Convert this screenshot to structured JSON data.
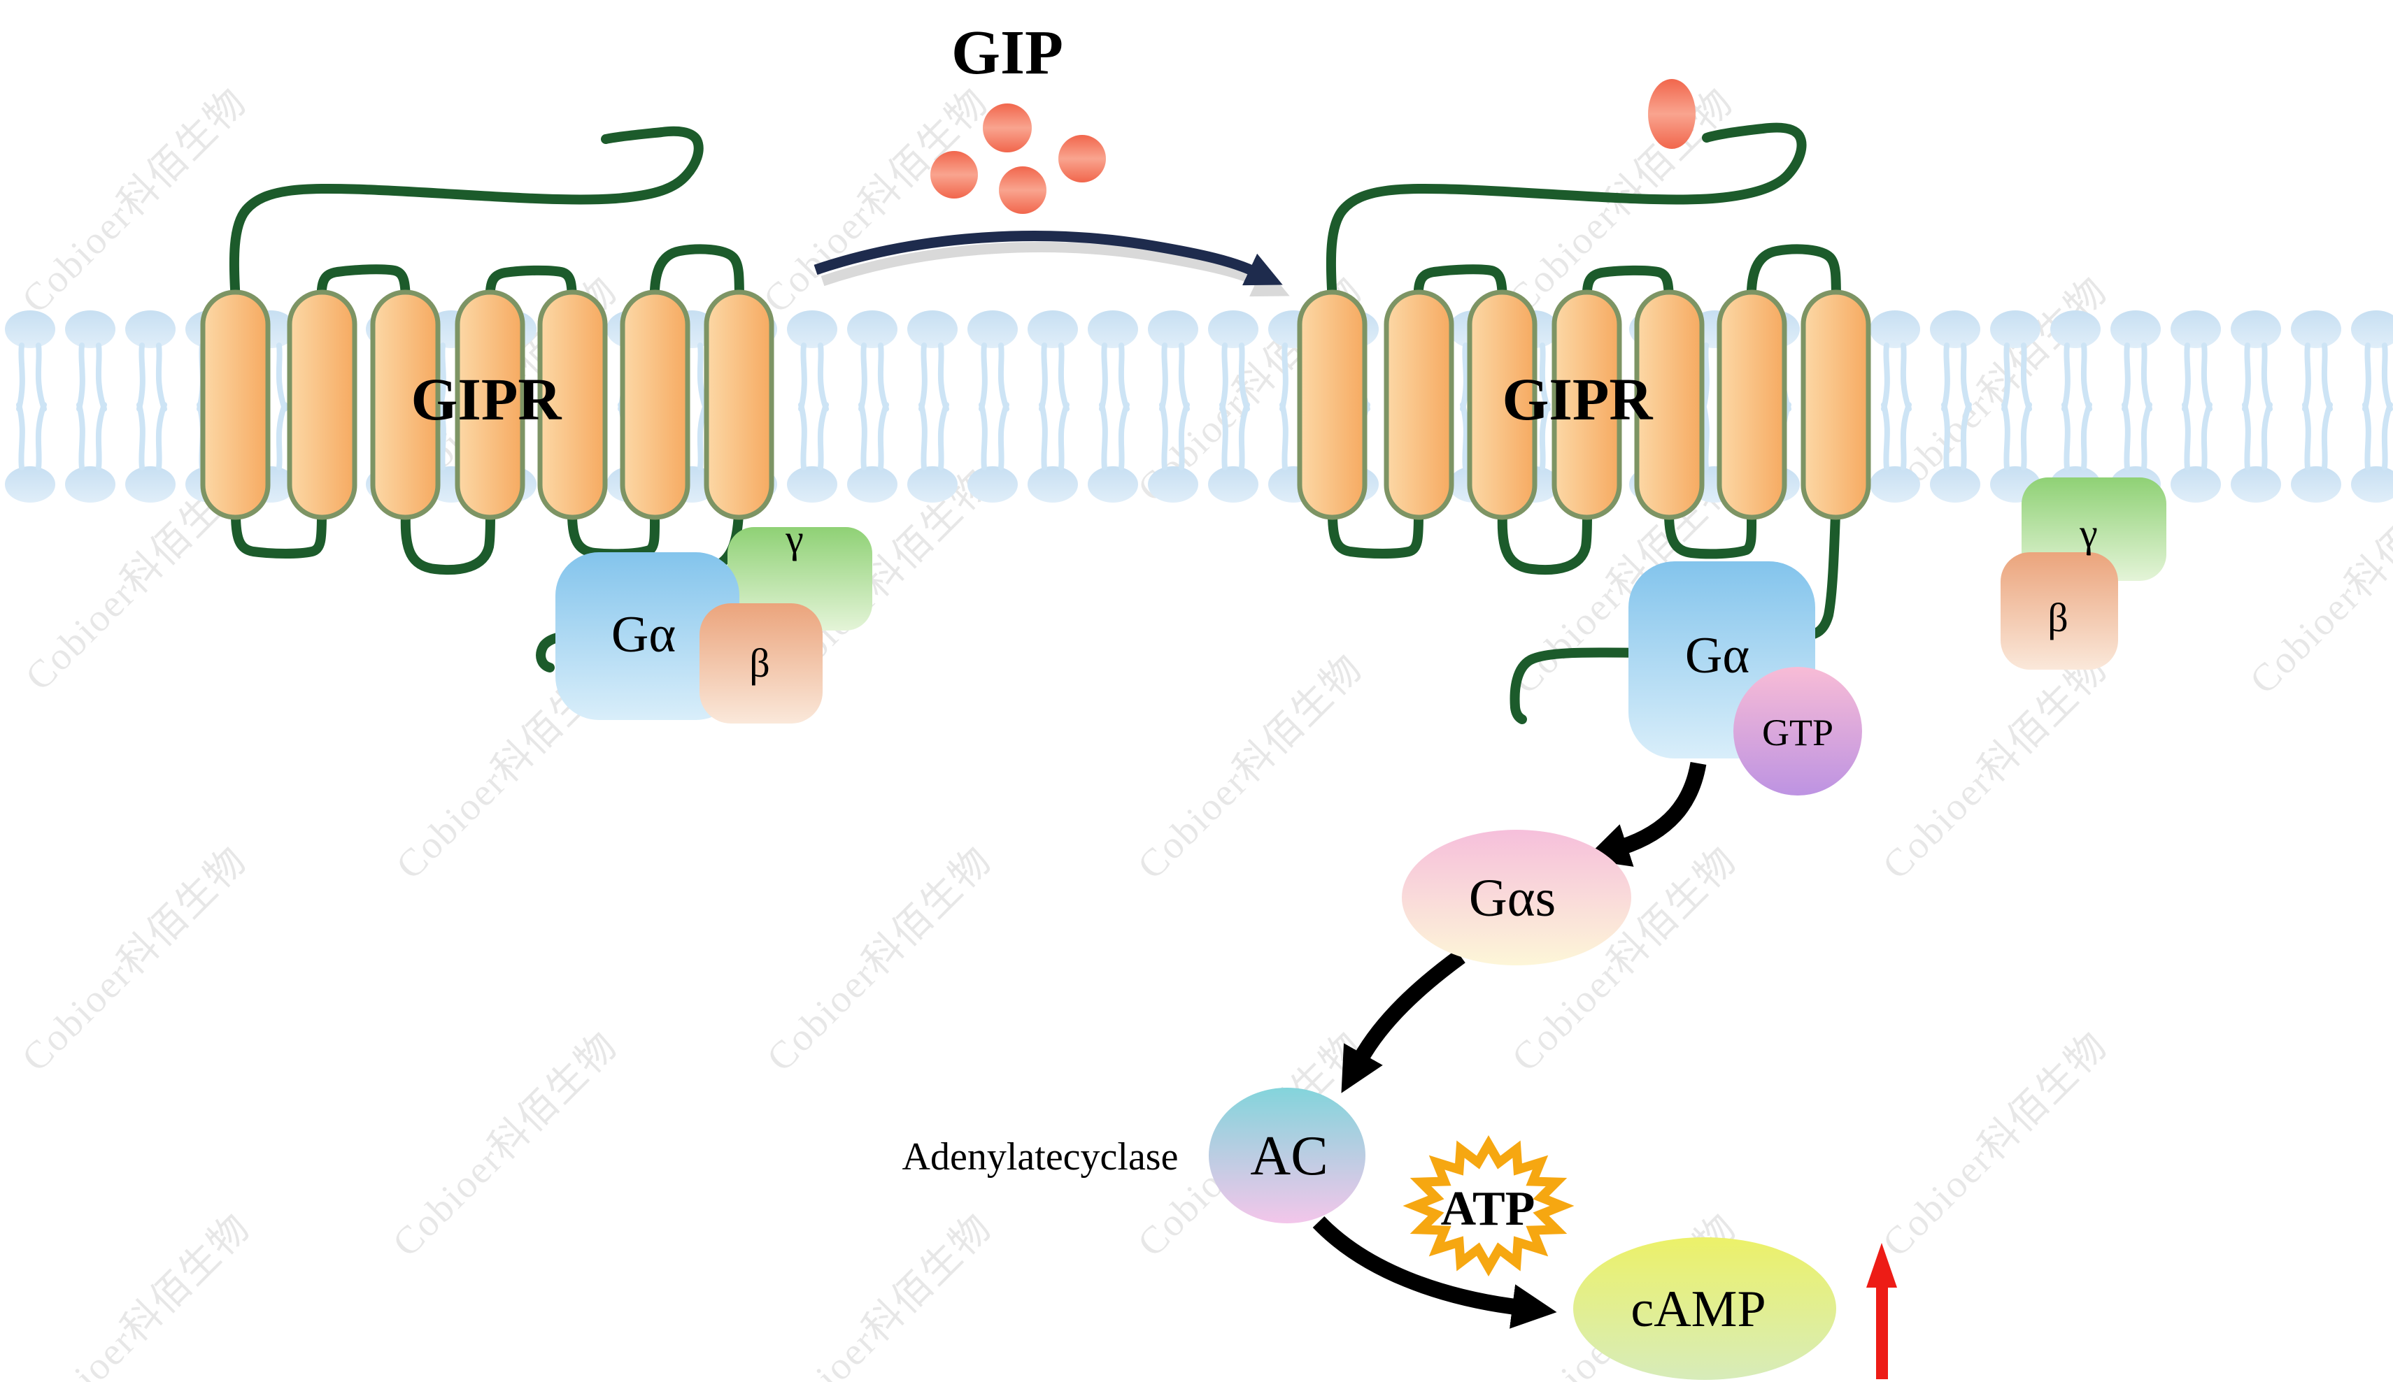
{
  "title": "GIP-GIPR cAMP signaling pathway diagram",
  "watermark": {
    "text": "Cobioer科佰生物"
  },
  "labels": {
    "gip": "GIP",
    "gipr_left": "GIPR",
    "gipr_right": "GIPR",
    "g_alpha_left": "Gα",
    "gamma_left": "γ",
    "beta_left": "β",
    "g_alpha_right": "Gα",
    "gtp": "GTP",
    "gamma_right": "γ",
    "beta_right": "β",
    "g_alpha_s": "Gαs",
    "adenylate_cyclase": "Adenylatecyclase",
    "ac": "AC",
    "atp": "ATP",
    "camp": "cAMP"
  },
  "colors": {
    "membrane_lipid": "#cde4f5",
    "helix_fill_light": "#fcd8a6",
    "helix_fill_dark": "#f6aa61",
    "helix_stroke": "#7d9464",
    "receptor_loop_green": "#1c5b2b",
    "gip_ligand_dark": "#f1664c",
    "gip_ligand_light": "#f9a48f",
    "activation_arrow_navy": "#1e2b4d",
    "g_alpha_blue_top": "#83c4ec",
    "g_alpha_blue_bottom": "#d9eefa",
    "gtp_pink": "#f8bcd6",
    "gtp_purple": "#bd93e2",
    "gamma_green": "#8fd175",
    "beta_peach": "#eba47c",
    "gas_pink": "#f6bfdb",
    "gas_cream": "#fdf6d8",
    "ac_cyan": "#83d4db",
    "ac_pink": "#f3c6ea",
    "atp_star_orange": "#f6a711",
    "atp_text_green": "#18983b",
    "camp_yellow": "#ecf169",
    "camp_green": "#d7ecba",
    "black_arrow": "#000000",
    "red_arrow": "#ed1c16",
    "watermark_gray": "#e0e0e0"
  }
}
